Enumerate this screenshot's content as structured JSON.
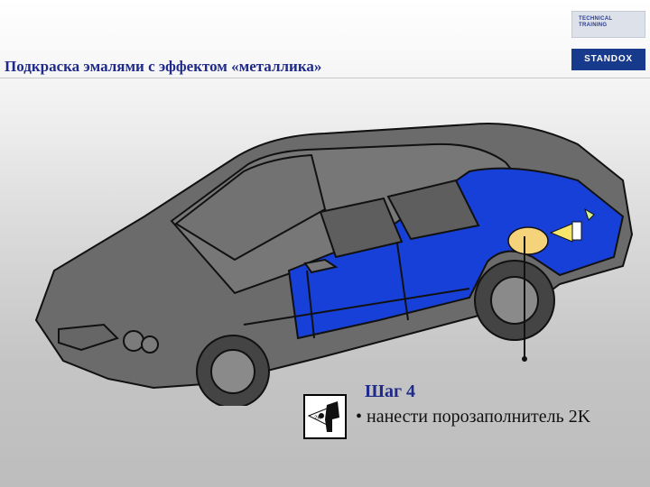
{
  "slide": {
    "title": "Подкраска эмалями с эффектом «металлика»"
  },
  "brand": {
    "line1": "TECHNICAL",
    "line2": "TRAINING",
    "logo": "STANDOX"
  },
  "step": {
    "title": "Шаг 4",
    "bullet": "• нанести порозаполнитель 2K",
    "icon": "spray-gun-icon"
  },
  "colors": {
    "title_blue": "#1f2a8a",
    "highlight_blue": "#1740d8",
    "car_gray": "#6b6b6b",
    "repair_yellow": "#f5d37a",
    "standox_blue": "#173a8c"
  }
}
